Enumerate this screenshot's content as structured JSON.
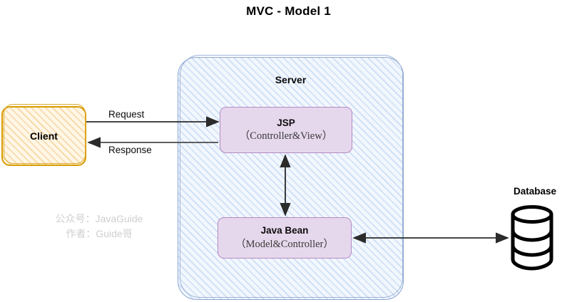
{
  "title": "MVC  - Model 1",
  "server": {
    "label": "Server"
  },
  "client": {
    "label": "Client"
  },
  "nodes": [
    {
      "id": "jsp",
      "title": "JSP",
      "subtitle": "（Controller&View）"
    },
    {
      "id": "java-bean",
      "title": "Java Bean",
      "subtitle": "（Model&Controller）"
    }
  ],
  "edges": {
    "request_label": "Request",
    "response_label": "Response"
  },
  "database": {
    "label": "Database"
  },
  "watermark": {
    "line1": "公众号：JavaGuide",
    "line2": "作者：Guide哥"
  },
  "colors": {
    "server_fill": "#f2f7fe",
    "server_stroke": "#8ba6d0",
    "client_fill": "#fff6e6",
    "client_stroke": "#d79b00",
    "node_fill": "#e6d8ec",
    "node_stroke": "#b48bc4",
    "arrow_stroke": "#2b2b2b",
    "database_stroke": "#000000",
    "watermark_text": "#cfcfcf"
  }
}
